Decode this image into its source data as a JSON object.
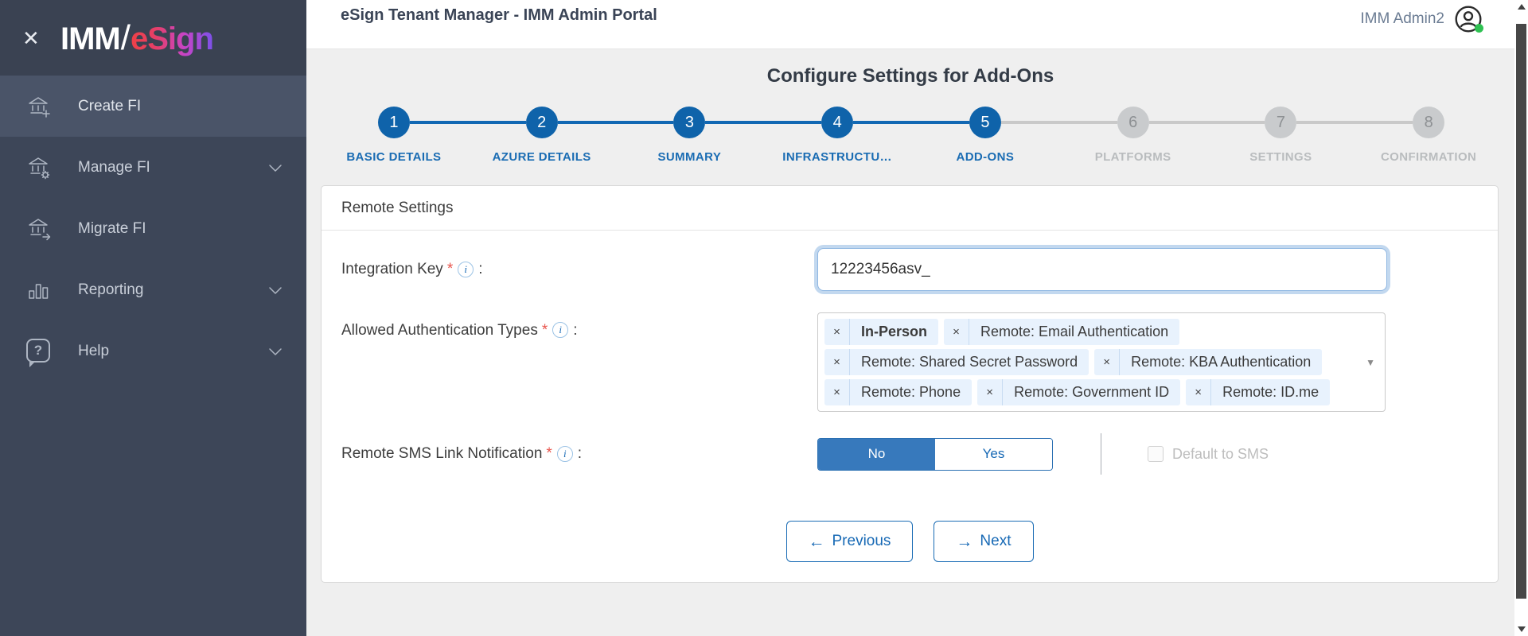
{
  "icons": {
    "close": "✕",
    "info": "i",
    "required": "*",
    "colon": ":",
    "remove_tag": "×",
    "dropdown_caret": "▼",
    "prev_arrow": "←",
    "next_arrow": "→",
    "help_glyph": "?"
  },
  "sidebar": {
    "logo_prefix": "IMM",
    "logo_slash": "/",
    "logo_suffix": "eSign",
    "items": [
      {
        "label": "Create FI"
      },
      {
        "label": "Manage FI"
      },
      {
        "label": "Migrate FI"
      },
      {
        "label": "Reporting"
      },
      {
        "label": "Help"
      }
    ]
  },
  "header": {
    "title": "eSign Tenant Manager - IMM Admin Portal",
    "user_name": "IMM Admin2"
  },
  "wizard": {
    "title": "Configure Settings for Add-Ons",
    "active_step": 5,
    "steps": [
      {
        "number": "1",
        "label": "BASIC DETAILS",
        "state": "done"
      },
      {
        "number": "2",
        "label": "AZURE DETAILS",
        "state": "done"
      },
      {
        "number": "3",
        "label": "SUMMARY",
        "state": "done"
      },
      {
        "number": "4",
        "label": "INFRASTRUCTU…",
        "state": "done"
      },
      {
        "number": "5",
        "label": "ADD-ONS",
        "state": "active"
      },
      {
        "number": "6",
        "label": "PLATFORMS",
        "state": "upcoming"
      },
      {
        "number": "7",
        "label": "SETTINGS",
        "state": "upcoming"
      },
      {
        "number": "8",
        "label": "CONFIRMATION",
        "state": "upcoming"
      }
    ]
  },
  "panel": {
    "title": "Remote Settings",
    "integration_key": {
      "label": "Integration Key",
      "value": "12223456asv_"
    },
    "auth_types": {
      "label": "Allowed Authentication Types",
      "tags": [
        {
          "label": "In-Person"
        },
        {
          "label": "Remote: Email Authentication"
        },
        {
          "label": "Remote: Shared Secret Password"
        },
        {
          "label": "Remote: KBA Authentication"
        },
        {
          "label": "Remote: Phone"
        },
        {
          "label": "Remote: Government ID"
        },
        {
          "label": "Remote: ID.me"
        }
      ]
    },
    "sms_notification": {
      "label": "Remote SMS Link Notification",
      "option_no": "No",
      "option_yes": "Yes",
      "selected": "No",
      "checkbox_label": "Default to SMS",
      "checkbox_checked": false
    },
    "buttons": {
      "previous": "Previous",
      "next": "Next"
    }
  },
  "colors": {
    "accent_blue": "#1268b3",
    "toggle_selected": "#3779bc",
    "sidebar_bg": "#3d4658",
    "sidebar_active_bg": "#4a5468",
    "tag_bg": "#e8f2fd",
    "status_green": "#2fc152",
    "logo_gradient_start": "#ee4046",
    "logo_gradient_end": "#7b51ea"
  }
}
